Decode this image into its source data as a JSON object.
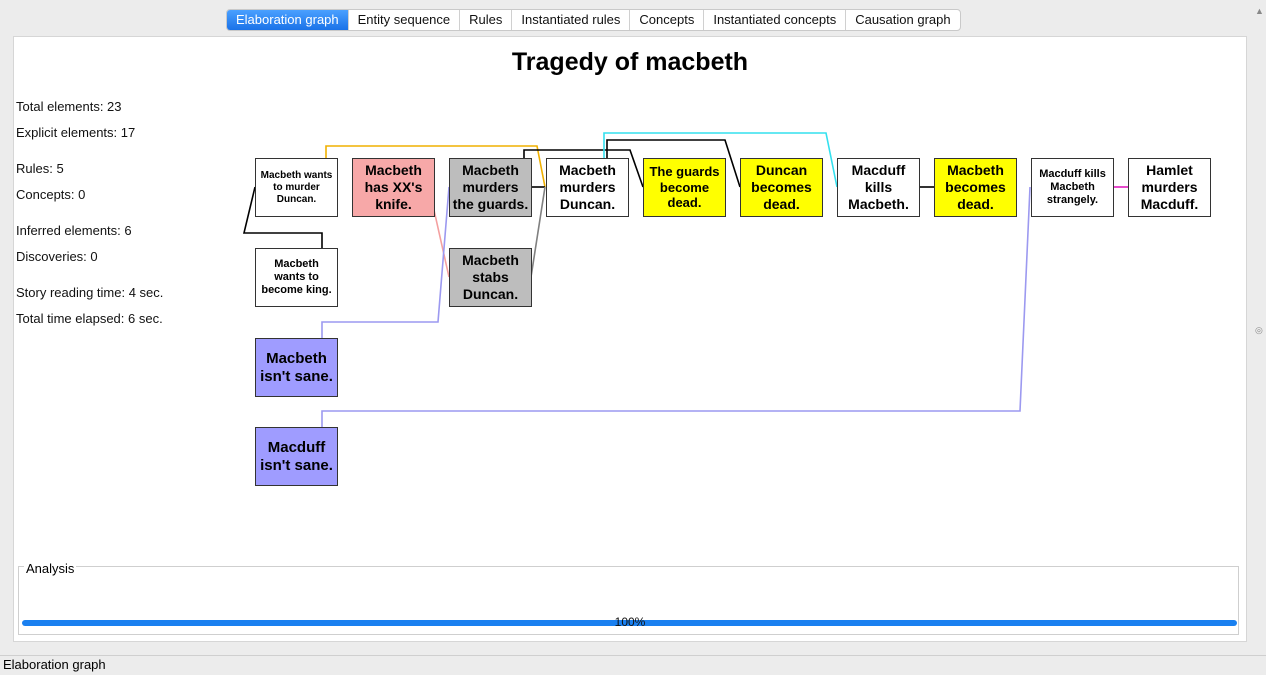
{
  "tabs": [
    {
      "label": "Elaboration graph"
    },
    {
      "label": "Entity sequence"
    },
    {
      "label": "Rules"
    },
    {
      "label": "Instantiated rules"
    },
    {
      "label": "Concepts"
    },
    {
      "label": "Instantiated concepts"
    },
    {
      "label": "Causation graph"
    }
  ],
  "title": "Tragedy of macbeth",
  "stats": [
    "Total elements: 23",
    "Explicit elements: 17",
    "Rules: 5",
    "Concepts: 0",
    "Inferred elements: 6",
    "Discoveries: 0",
    "Story reading time: 4 sec.",
    "Total time elapsed: 6 sec."
  ],
  "nodes": [
    "Macbeth wants to murder Duncan.",
    "Macbeth has XX's knife.",
    "Macbeth murders the guards.",
    "Macbeth murders Duncan.",
    "The guards become dead.",
    "Duncan becomes dead.",
    "Macduff kills Macbeth.",
    "Macbeth becomes dead.",
    "Macduff kills Macbeth strangely.",
    "Hamlet murders Macduff.",
    "Macbeth wants to become king.",
    "Macbeth stabs Duncan.",
    "Macbeth isn't sane.",
    "Macduff isn't sane."
  ],
  "node_colors": {
    "pink": "#f7a8a8",
    "gray": "#bdbdbd",
    "yellow": "#ffff00",
    "blue": "#9f9cff"
  },
  "edge_colors": {
    "black": "#000000",
    "orange": "#f0b000",
    "cyan": "#33e0ee",
    "pink": "#f4a0a0",
    "gray": "#808080",
    "lavender": "#9c99f0",
    "magenta": "#e020c0"
  },
  "analysis": {
    "label": "Analysis",
    "progress": 1.0,
    "progress_text": "100%"
  },
  "statusbar": {
    "text": "Elaboration graph"
  }
}
